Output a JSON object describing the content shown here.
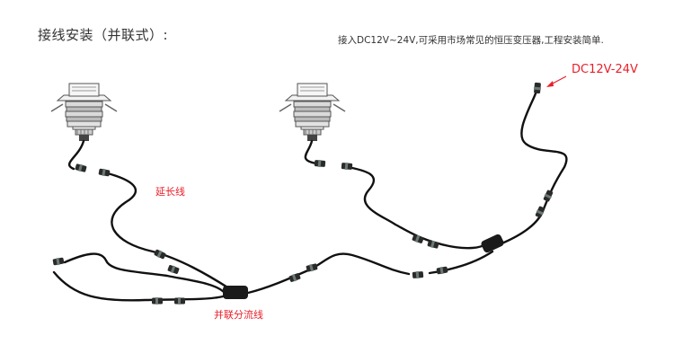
{
  "title": "接线安装（并联式）:",
  "note": "接入DC12V~24V,可采用市场常见的恒压变压器,工程安装简单.",
  "labels": {
    "extension": "延长线",
    "splitter": "并联分流线",
    "voltage": "DC12V-24V"
  },
  "colors": {
    "wire": "#111111",
    "label_red": "#e8202a",
    "connector_band": "#5d6b66"
  }
}
